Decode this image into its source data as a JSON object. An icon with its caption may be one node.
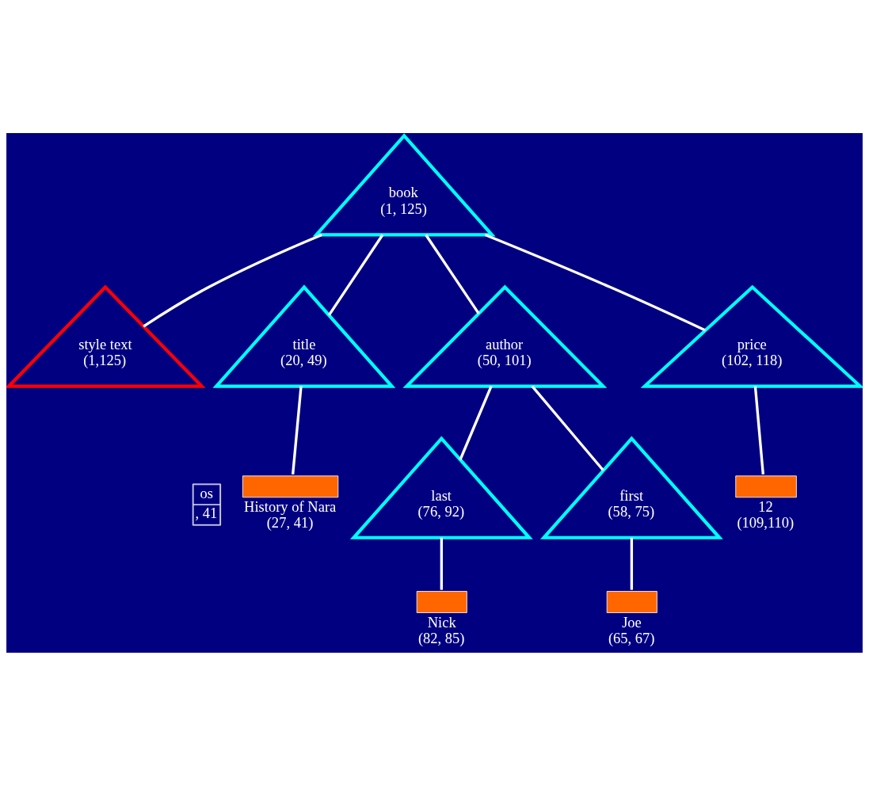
{
  "diagram": {
    "nodes": [
      {
        "text": [
          "book",
          "(1, 125)"
        ]
      },
      {
        "text": [
          "style text",
          "(1,125)"
        ]
      },
      {
        "text": [
          "title",
          "(20, 49)"
        ]
      },
      {
        "text": [
          "author",
          "(50, 101)"
        ]
      },
      {
        "text": [
          "price",
          "(102, 118)"
        ]
      },
      {
        "text": [
          "History of Nara",
          "(27, 41)"
        ]
      },
      {
        "text": [
          "first",
          "(58, 75)"
        ]
      },
      {
        "text": [
          "last",
          "(76, 92)"
        ]
      },
      {
        "text": [
          "12",
          "(109,110)"
        ]
      },
      {
        "text": [
          "Joe",
          "(65, 67)"
        ]
      },
      {
        "text": [
          "Nick",
          "(82, 85)"
        ]
      }
    ],
    "edges": [
      {
        "from": 0,
        "to": 1,
        "arrow": "none"
      },
      {
        "from": 0,
        "to": 2,
        "arrow": "none"
      },
      {
        "from": 0,
        "to": 3,
        "arrow": "none"
      },
      {
        "from": 0,
        "to": 4,
        "arrow": "none"
      },
      {
        "from": 2,
        "to": 5,
        "arrow": "none"
      },
      {
        "from": 3,
        "to": 6,
        "arrow": "none"
      },
      {
        "from": 3,
        "to": 7,
        "arrow": "none"
      },
      {
        "from": 4,
        "to": 8,
        "arrow": "none"
      },
      {
        "from": 6,
        "to": 9,
        "arrow": "none"
      },
      {
        "from": 7,
        "to": 10,
        "arrow": "none"
      }
    ],
    "labels": [
      "os",
      ", 41"
    ]
  }
}
